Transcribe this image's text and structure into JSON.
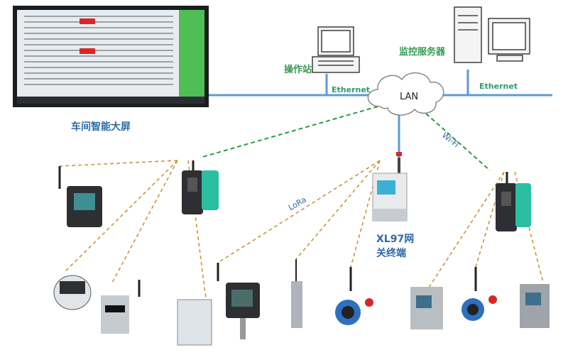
{
  "labels": {
    "big_screen": "车间智能大屏",
    "operator_station": "操作站",
    "monitoring_server": "监控服务器",
    "ethernet_left": "Ethernet",
    "ethernet_right": "Ethernet",
    "lan": "LAN",
    "wifi": "Wi-Fi",
    "lora": "LoRa",
    "gateway_line1": "XL97网",
    "gateway_line2": "关终端"
  },
  "colors": {
    "network_line": "#5b9bd5",
    "lora_dashes": "#c8963c",
    "wifi_dashes": "#2e9a4a",
    "device_green": "#2bbfa2",
    "device_dark": "#2d2f33",
    "label_blue": "#2e6aa8",
    "label_green": "#3a9a55"
  },
  "icons": [
    "screen-icon",
    "workstation-icon",
    "server-icon",
    "cloud-icon",
    "lora-gateway-icon",
    "wifi-gateway-icon",
    "gateway-terminal-icon",
    "sensor-icon"
  ]
}
